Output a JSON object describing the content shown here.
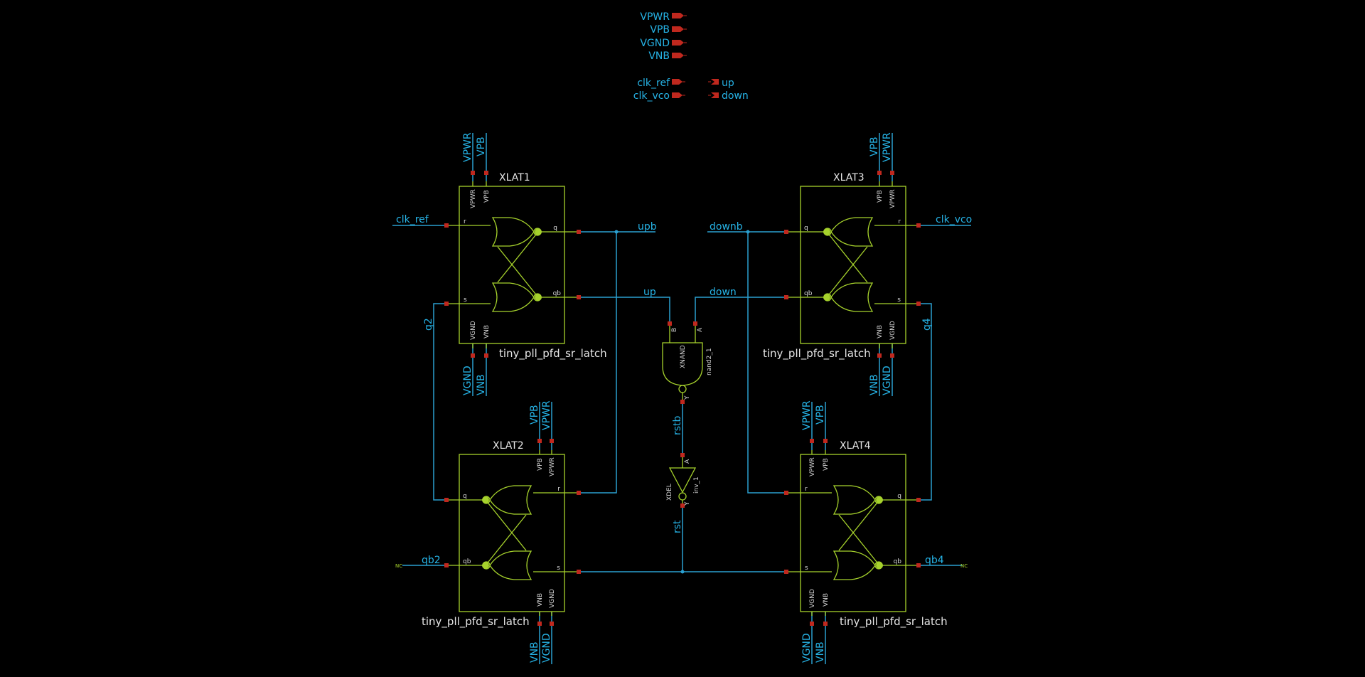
{
  "ports": {
    "power": [
      "VPWR",
      "VPB",
      "VGND",
      "VNB"
    ],
    "inputs": [
      "clk_ref",
      "clk_vco"
    ],
    "outputs": [
      "up",
      "down"
    ]
  },
  "instances": {
    "xlat1": {
      "name": "XLAT1",
      "cell": "tiny_pll_pfd_sr_latch"
    },
    "xlat2": {
      "name": "XLAT2",
      "cell": "tiny_pll_pfd_sr_latch"
    },
    "xlat3": {
      "name": "XLAT3",
      "cell": "tiny_pll_pfd_sr_latch"
    },
    "xlat4": {
      "name": "XLAT4",
      "cell": "tiny_pll_pfd_sr_latch"
    },
    "xnand": {
      "name": "XNAND",
      "cell": "nand2_1"
    },
    "xdel": {
      "name": "XDEL",
      "cell": "inv_1"
    }
  },
  "pin_labels": {
    "r": "r",
    "s": "s",
    "q": "q",
    "qb": "qb",
    "vpwr": "VPWR",
    "vpb": "VPB",
    "vgnd": "VGND",
    "vnb": "VNB",
    "a": "A",
    "b": "B",
    "y": "Y"
  },
  "nets": {
    "clk_ref": "clk_ref",
    "clk_vco": "clk_vco",
    "upb": "upb",
    "downb": "downb",
    "up": "up",
    "down": "down",
    "q2": "q2",
    "q4": "q4",
    "qb2": "qb2",
    "qb4": "qb4",
    "rstb": "rstb",
    "rst": "rst",
    "nc": "NC",
    "vpwr": "VPWR",
    "vpb": "VPB",
    "vgnd": "VGND",
    "vnb": "VNB"
  },
  "colors": {
    "background": "#000000",
    "wire": "#2a9fd0",
    "symbol": "#a6d22c",
    "pin": "#c0281e",
    "net_label": "#26b3e6",
    "text": "#e6e6e6"
  }
}
